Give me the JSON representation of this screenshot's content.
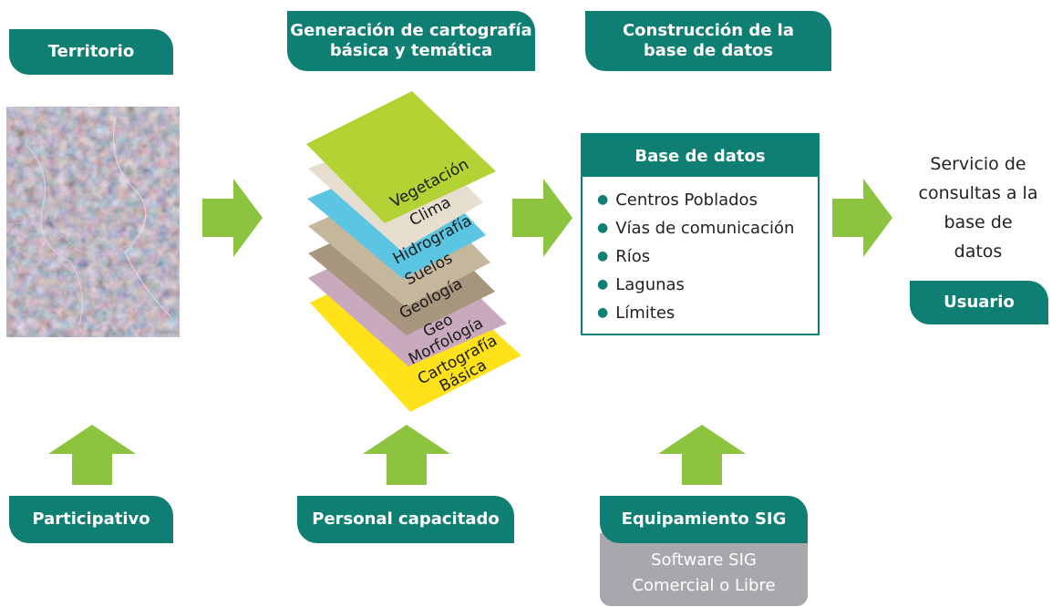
{
  "headers": {
    "territorio": "Territorio",
    "generacion_line1": "Generación de cartografía",
    "generacion_line2": "básica y temática",
    "construccion_line1": "Construcción de la",
    "construccion_line2": "base de datos"
  },
  "layers": [
    {
      "label": "Vegetación",
      "color": "#b3d234"
    },
    {
      "label": "Clima",
      "color": "#e6dfcf"
    },
    {
      "label": "Hidrografía",
      "color": "#5bc5e2"
    },
    {
      "label": "Suelos",
      "color": "#c5b79c"
    },
    {
      "label": "Geología",
      "color": "#a8957d"
    },
    {
      "label1": "Geo",
      "label2": "Morfología",
      "color": "#c9a9bd"
    },
    {
      "label1": "Cartografía",
      "label2": "Básica",
      "color": "#ffe21a"
    }
  ],
  "database": {
    "title": "Base de datos",
    "items": [
      "Centros Poblados",
      "Vías de comunicación",
      "Ríos",
      "Lagunas",
      "Límites"
    ]
  },
  "service": {
    "line1": "Servicio de",
    "line2": "consultas a la",
    "line3": "base de",
    "line4": "datos"
  },
  "usuario": "Usuario",
  "bottom": {
    "participativo": "Participativo",
    "personal": "Personal capacitado",
    "equipamiento": "Equipamiento SIG",
    "software_line1": "Software SIG",
    "software_line2": "Comercial o Libre"
  },
  "colors": {
    "teal": "#0e7f72",
    "arrow_green": "#8cc43f",
    "gray": "#a6a8ab"
  }
}
